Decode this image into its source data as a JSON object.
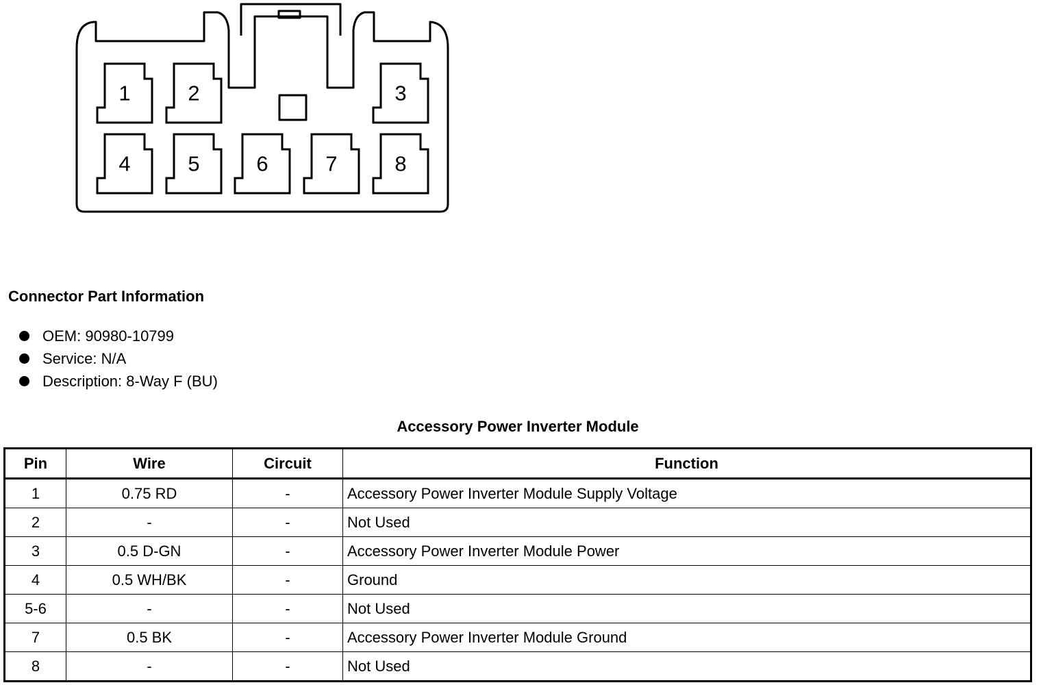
{
  "connector": {
    "pins": [
      "1",
      "2",
      "3",
      "4",
      "5",
      "6",
      "7",
      "8"
    ]
  },
  "part_info": {
    "heading": "Connector Part Information",
    "items": [
      "OEM: 90980-10799",
      "Service: N/A",
      "Description: 8-Way F (BU)"
    ]
  },
  "table": {
    "title": "Accessory Power Inverter Module",
    "headers": [
      "Pin",
      "Wire",
      "Circuit",
      "Function"
    ],
    "rows": [
      [
        "1",
        "0.75 RD",
        "-",
        "Accessory Power Inverter Module Supply Voltage"
      ],
      [
        "2",
        "-",
        "-",
        "Not Used"
      ],
      [
        "3",
        "0.5 D-GN",
        "-",
        "Accessory Power Inverter Module Power"
      ],
      [
        "4",
        "0.5 WH/BK",
        "-",
        "Ground"
      ],
      [
        "5-6",
        "-",
        "-",
        "Not Used"
      ],
      [
        "7",
        "0.5 BK",
        "-",
        "Accessory Power Inverter Module Ground"
      ],
      [
        "8",
        "-",
        "-",
        "Not Used"
      ]
    ]
  }
}
